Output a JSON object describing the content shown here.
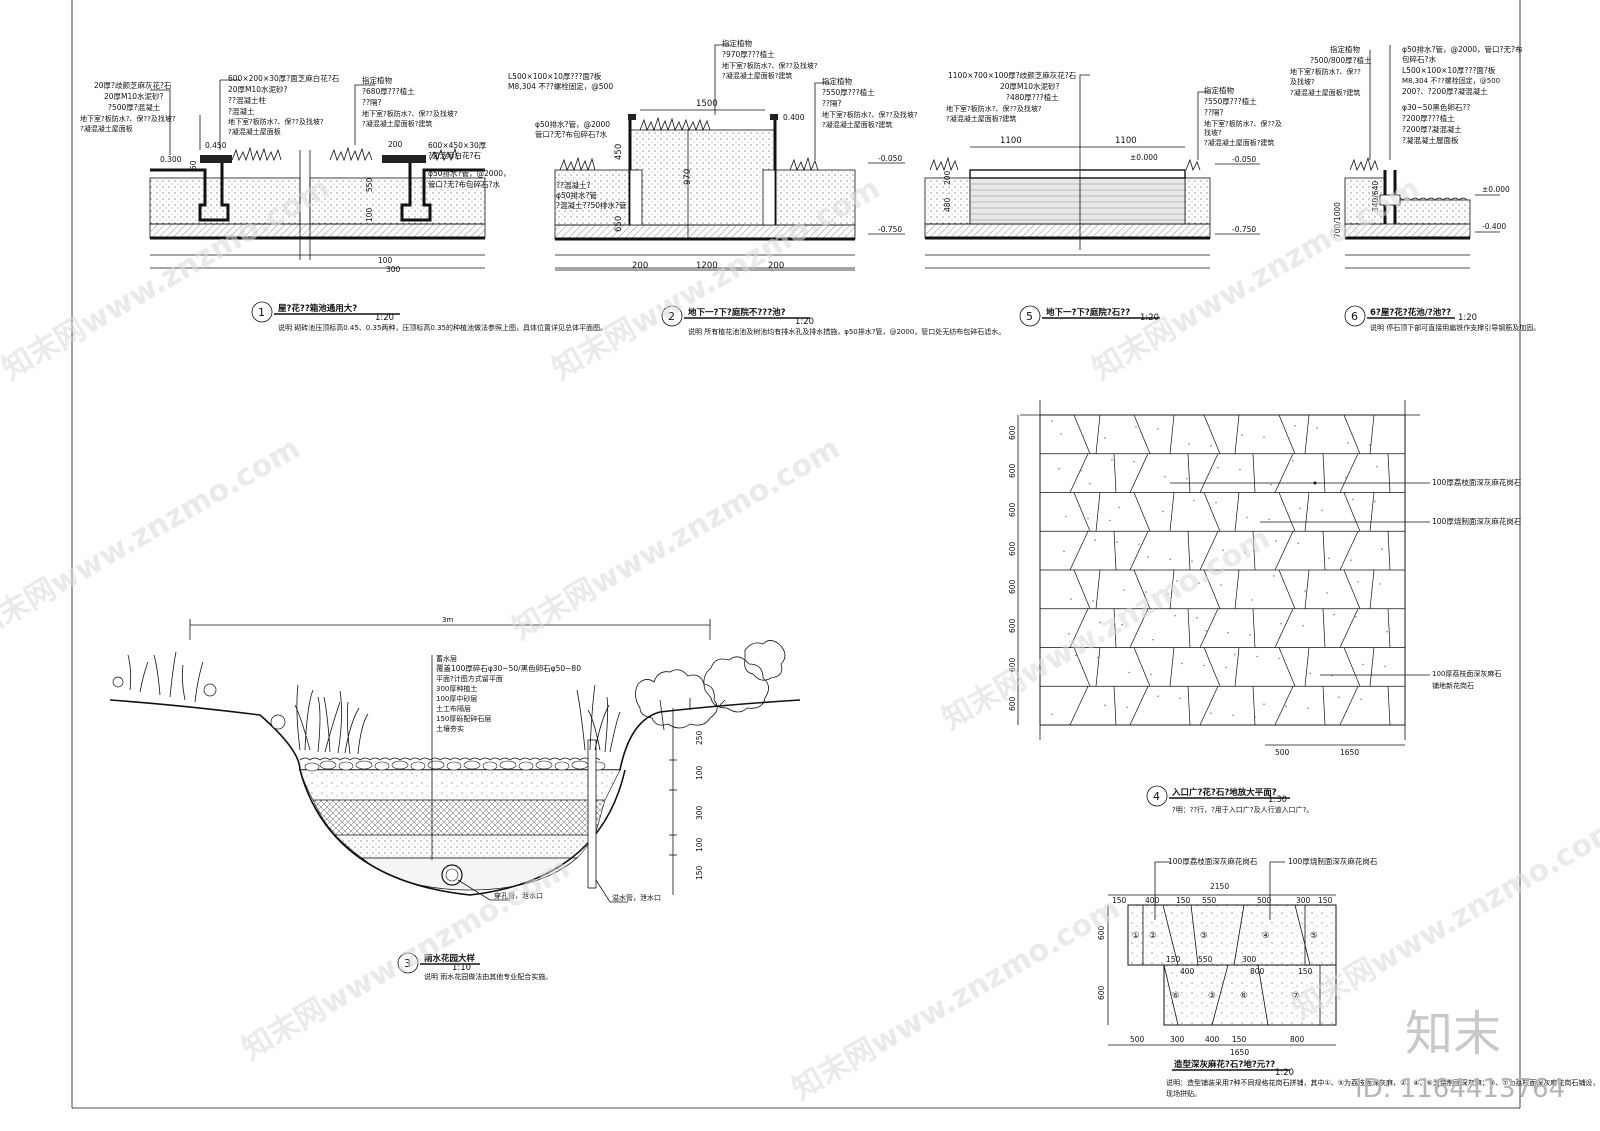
{
  "sheet": {
    "details": [
      {
        "no": "1",
        "title": "屋?花??箱池通用大?",
        "scale": "1:20",
        "note": "说明  砌砖池压顶标高0.45、0.35两种，压顶标高0.35的种植池做法参照上图，具体位置详见总体平面图。",
        "callouts_left": [
          "20厚?歧颜芝麻灰花?石",
          "20厚M10水泥砂?",
          "?500厚?混凝土",
          "地下室?板防水?、保??及找坡?",
          "?凝混凝土屋面板"
        ],
        "callouts_right": [
          "600×200×30厚?面芝麻白花?石",
          "20厚M10水泥砂?",
          "??混凝土柱",
          "?混凝土",
          "地下室?板防水?、保??及找坡?",
          "?凝混凝土屋面板"
        ],
        "callouts_right2": [
          "指定植物",
          "?680厚???植土",
          "??隔?",
          "地下室?板防水?、保??及找坡?",
          "?凝混凝土屋面板?建筑"
        ],
        "callout_cap": [
          "600×450×30厚",
          "?面芝麻白花?石"
        ],
        "callout_drain": [
          "φ50排水?管，@2000，",
          "管口?无?布包碎石?水"
        ],
        "dims": [
          "0.450",
          "0.300",
          "200",
          "550",
          "50",
          "100",
          "100",
          "300"
        ]
      },
      {
        "no": "2",
        "title": "地下一?下?庭院不???池?",
        "scale": "1:20",
        "note": "说明  所有植花池池及树池均有排水孔及排水措施，φ50排水?管，@2000，管口处无纺布包碎石滤水。",
        "callouts_left": [
          "L500×100×10厚???面?板",
          "M8,304 不??螺栓固定，@500",
          "φ50排水?管，@2000",
          "管口?无?布包碎石?水"
        ],
        "callouts_top": [
          "指定植物",
          "?970厚???植土",
          "地下室?板防水?、保??及找坡?",
          "?凝混凝土屋面板?建筑"
        ],
        "callouts_right": [
          "指定植物",
          "?550厚???植土",
          "??隔?",
          "地下室?板防水?、保??及找坡?",
          "?凝混凝土屋面板?建筑"
        ],
        "callouts_mid": [
          "??混凝土?",
          "φ50排水?管",
          "?混凝土??50排水?管"
        ],
        "dims": [
          "1500",
          "0.400",
          "-0.050",
          "-0.750",
          "450",
          "970",
          "650",
          "1200",
          "200",
          "200"
        ]
      },
      {
        "no": "5",
        "title": "地下一?下?庭院?石??",
        "scale": "1:20",
        "callouts_left": [
          "1100×700×100厚?歧颜芝麻灰花?石",
          "20厚M10水泥砂?",
          "?480厚???植土",
          "地下室?板防水?、保??及找坡?",
          "?凝混凝土屋面板?建筑"
        ],
        "callouts_right": [
          "指定植物",
          "?550厚???植土",
          "??隔?",
          "地下室?板防水?、保??及",
          "找坡?",
          "?凝混凝土屋面板?建筑"
        ],
        "dims": [
          "1100",
          "1100",
          "±0.000",
          "-0.050",
          "-0.750",
          "200",
          "480"
        ]
      },
      {
        "no": "6",
        "title": "6?屋?花?花池/?池??",
        "scale": "1:20",
        "note": "说明  停石顶下部可直接用扁铁作支撑引导钢筋及加固。",
        "callouts_left": [
          "指定植物",
          "?500/800厚?植土",
          "地下室?板防水?、保??",
          "及找坡?",
          "?凝混凝土屋面板?建筑"
        ],
        "callouts_right": [
          "φ50排水?管，@2000，管口?无?布",
          "包碎石?水",
          "L500×100×10厚???面?板",
          "M8,304 不??螺栓固定，@500",
          "200?、?200厚?凝混凝土",
          "φ30~50黑色卵石??",
          "?200厚???植土",
          "?200厚?凝混凝土",
          "?凝混凝土屋面板"
        ],
        "dims": [
          "±0.000",
          "-0.400",
          "700/1000",
          "340/640"
        ]
      },
      {
        "no": "3",
        "title": "雨水花园大样",
        "scale": "1:10",
        "note": "说明  雨水花园做法由其他专业配合实施。",
        "callouts": [
          "蓄水层",
          "覆盖100厚碎石φ30~50/黑色卵石φ50~80",
          "平面?计图方式留平面",
          "300厚种植土",
          "100厚中砂层",
          "土工布隔层",
          "150厚砾配碎石层",
          "土壤夯实"
        ],
        "pipe_labels": [
          "穿孔管，泄水口",
          "溢水管，泄水口"
        ],
        "dims": [
          "250",
          "100",
          "300",
          "100",
          "150"
        ],
        "top_dim": "3m"
      },
      {
        "no": "4",
        "title": "入口广?花?石?地放大平面?",
        "scale": "1:30",
        "note": "?明：??行，?用于入口广?及人行道入口广?。",
        "labels": [
          "100厚荔枝面深灰麻花岗石",
          "100厚烧制面深灰麻花岗石",
          "100厚荔枝面深灰麻石",
          "铺地新花岗石"
        ],
        "row_dims": [
          "600",
          "600",
          "600",
          "600",
          "600",
          "600",
          "600",
          "600"
        ],
        "bottom_dims": [
          "500",
          "1650"
        ]
      },
      {
        "no": "",
        "title": "造型深灰麻花?石?地?元??",
        "scale": "1:20",
        "note": [
          "说明：造型铺装采用7种不同规格花岗石拼铺，其中①、⑤为荔枝面深灰麻，②、④、⑥为烧制面深灰麻；③、⑦为荔枝面深灰麻花岗石铺设，由专业厂家按现场加工切割好石",
          "现场拼贴。"
        ],
        "labels": [
          "100厚荔枝面深灰麻花岗石",
          "100厚烧制面深灰麻花岗石"
        ],
        "top_total": "2150",
        "top_dims": [
          "150",
          "400",
          "150",
          "550",
          "500",
          "300",
          "150"
        ],
        "mid_dims": [
          "150",
          "550",
          "300",
          "400",
          "800",
          "150"
        ],
        "bottom_dims": [
          "500",
          "300",
          "400",
          "150",
          "800"
        ],
        "bottom_total": "1650",
        "row_dims": [
          "600",
          "600"
        ],
        "cell_nos": [
          "①",
          "②",
          "③",
          "④",
          "⑤",
          "⑥",
          "⑦"
        ]
      }
    ],
    "watermark": {
      "text": "知末网www.znzmo.com",
      "brand": "知末",
      "id": "ID: 1164413764"
    }
  }
}
